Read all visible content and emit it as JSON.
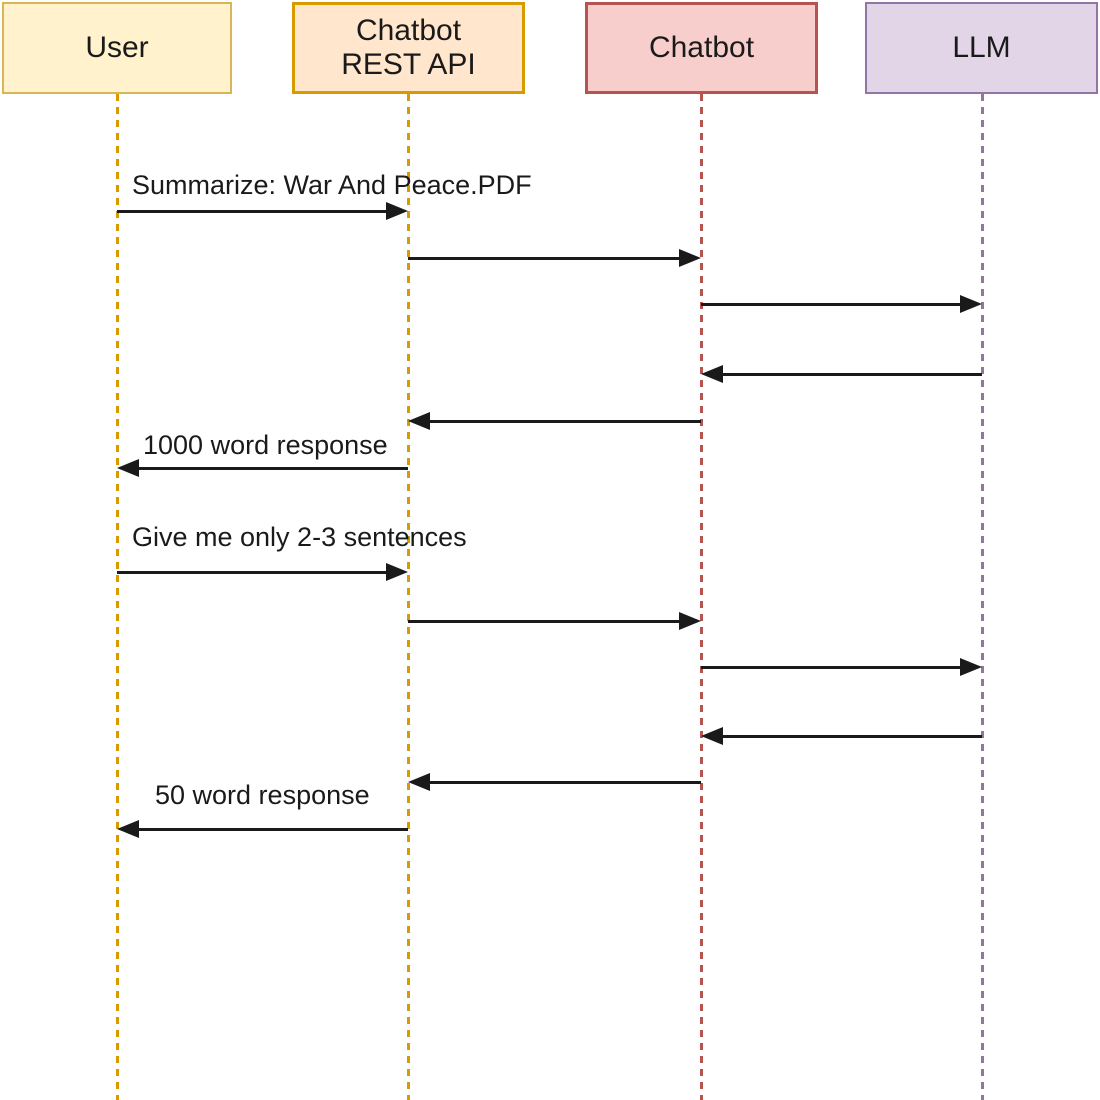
{
  "diagram": {
    "type": "sequence-diagram",
    "background": "#ffffff",
    "text_color": "#1a1a1a",
    "arrow_color": "#1a1a1a",
    "actors": [
      {
        "id": "user",
        "label": "User",
        "fill": "#FFF2CC",
        "stroke": "#D6B656",
        "lifeline_color": "#D79B00"
      },
      {
        "id": "chatbot-rest-api",
        "label": "Chatbot\nREST API",
        "fill": "#FFE6CC",
        "stroke": "#D79B00",
        "lifeline_color": "#D79B00"
      },
      {
        "id": "chatbot",
        "label": "Chatbot",
        "fill": "#F8CECC",
        "stroke": "#B85450",
        "lifeline_color": "#B85450"
      },
      {
        "id": "llm",
        "label": "LLM",
        "fill": "#E1D5E7",
        "stroke": "#9673A6",
        "lifeline_color": "#9673A6"
      }
    ],
    "messages": [
      {
        "from": "user",
        "to": "chatbot-rest-api",
        "label": "Summarize: War And Peace.PDF"
      },
      {
        "from": "chatbot-rest-api",
        "to": "chatbot",
        "label": ""
      },
      {
        "from": "chatbot",
        "to": "llm",
        "label": ""
      },
      {
        "from": "llm",
        "to": "chatbot",
        "label": ""
      },
      {
        "from": "chatbot",
        "to": "chatbot-rest-api",
        "label": ""
      },
      {
        "from": "chatbot-rest-api",
        "to": "user",
        "label": "1000 word response"
      },
      {
        "from": "user",
        "to": "chatbot-rest-api",
        "label": "Give me only 2-3 sentences"
      },
      {
        "from": "chatbot-rest-api",
        "to": "chatbot",
        "label": ""
      },
      {
        "from": "chatbot",
        "to": "llm",
        "label": ""
      },
      {
        "from": "llm",
        "to": "chatbot",
        "label": ""
      },
      {
        "from": "chatbot",
        "to": "chatbot-rest-api",
        "label": ""
      },
      {
        "from": "chatbot-rest-api",
        "to": "user",
        "label": "50 word response"
      }
    ]
  }
}
